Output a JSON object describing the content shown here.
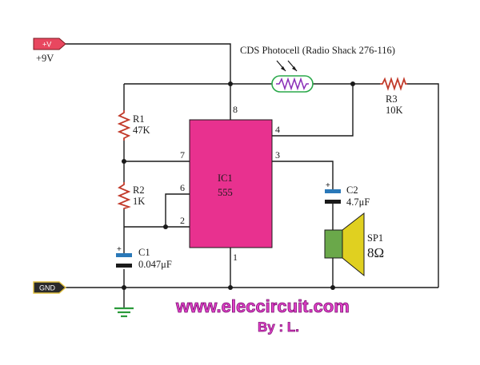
{
  "power": {
    "tag": "+V",
    "voltage": "+9V"
  },
  "ground": {
    "tag": "GND"
  },
  "photocell": {
    "label": "CDS Photocell (Radio Shack 276-116)"
  },
  "ic": {
    "name": "IC1",
    "part": "555",
    "pins": [
      "8",
      "7",
      "6",
      "2",
      "4",
      "3",
      "1"
    ]
  },
  "r1": {
    "name": "R1",
    "value": "47K"
  },
  "r2": {
    "name": "R2",
    "value": "1K"
  },
  "r3": {
    "name": "R3",
    "value": "10K"
  },
  "c1": {
    "name": "C1",
    "value": "0.047μF"
  },
  "c2": {
    "name": "C2",
    "value": "4.7μF"
  },
  "speaker": {
    "name": "SP1",
    "value": "8Ω"
  },
  "credits": {
    "website": "www.eleccircuit.com",
    "author": "By : L."
  },
  "colors": {
    "ic_fill": "#e8318f",
    "rail_tag": "#e8475f",
    "photocell_outline": "#2aa84a",
    "resistor": "#c23a2a",
    "capacitor": "#2a78b8",
    "speaker_box": "#6aa84a",
    "speaker_cone": "#e0d020",
    "credits_text": "#e040c8"
  }
}
